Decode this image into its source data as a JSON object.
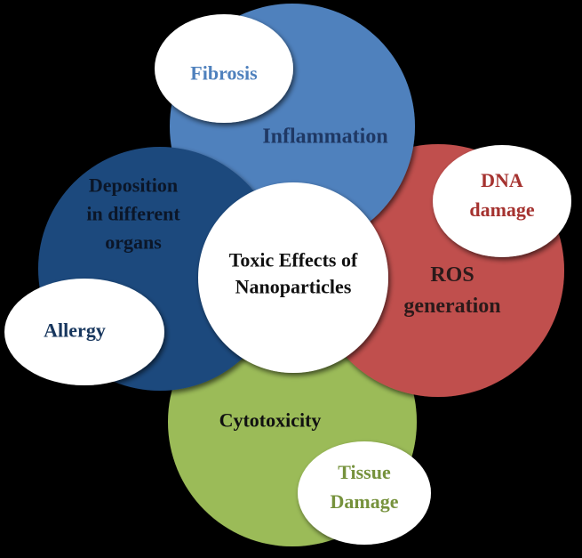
{
  "background_color": "#000000",
  "center": {
    "lines": [
      "Toxic Effects of",
      "Nanoparticles"
    ],
    "text_color": "#111111",
    "fill_color": "#FFFFFF"
  },
  "effects": [
    {
      "id": "inflammation",
      "lines": [
        "Inflammation"
      ],
      "fill_color": "#4F81BD",
      "text_color": "#1F3864",
      "satellite": {
        "lines": [
          "Fibrosis"
        ],
        "text_color": "#4F81BD"
      }
    },
    {
      "id": "ros-generation",
      "lines": [
        "ROS",
        "generation"
      ],
      "fill_color": "#C0504D",
      "text_color": "#2B1A1A",
      "satellite": {
        "lines": [
          "DNA",
          "damage"
        ],
        "text_color": "#A5322F"
      }
    },
    {
      "id": "cytotoxicity",
      "lines": [
        "Cytotoxicity"
      ],
      "fill_color": "#9BBB59",
      "text_color": "#111111",
      "satellite": {
        "lines": [
          "Tissue",
          "Damage"
        ],
        "text_color": "#76923C"
      }
    },
    {
      "id": "deposition",
      "lines": [
        "Deposition",
        "in different",
        "organs"
      ],
      "fill_color": "#1F497D",
      "text_color": "#0B1628",
      "satellite": {
        "lines": [
          "Allergy"
        ],
        "text_color": "#17365D"
      }
    }
  ]
}
